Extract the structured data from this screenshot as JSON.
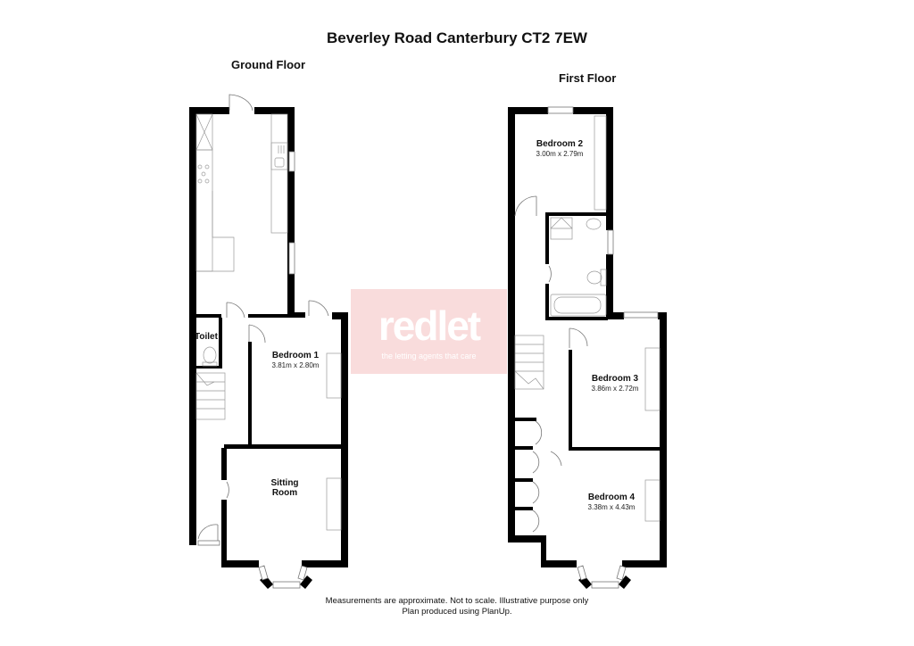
{
  "title": "Beverley Road Canterbury CT2 7EW",
  "watermark": {
    "brand": "redlet",
    "tagline": "the letting agents that care",
    "color": "#f9dcdc"
  },
  "floors": [
    {
      "label": "Ground Floor",
      "rooms": [
        {
          "name": "Kitchen",
          "label": "",
          "dims": ""
        },
        {
          "name": "Toilet",
          "label": "Toilet",
          "dims": ""
        },
        {
          "name": "Bedroom 1",
          "label": "Bedroom 1",
          "dims": "3.81m x 2.80m"
        },
        {
          "name": "Sitting Room",
          "label_line1": "Sitting",
          "label_line2": "Room",
          "dims": ""
        }
      ]
    },
    {
      "label": "First Floor",
      "rooms": [
        {
          "name": "Bedroom 2",
          "label": "Bedroom 2",
          "dims": "3.00m x 2.79m"
        },
        {
          "name": "Bathroom",
          "label": "",
          "dims": ""
        },
        {
          "name": "Bedroom 3",
          "label": "Bedroom 3",
          "dims": "3.86m x 2.72m"
        },
        {
          "name": "Bedroom 4",
          "label": "Bedroom 4",
          "dims": "3.38m x 4.43m"
        }
      ]
    }
  ],
  "footer": {
    "line1": "Measurements are approximate. Not to scale. Illustrative purpose only",
    "line2": "Plan produced using PlanUp."
  },
  "colors": {
    "wall": "#000000",
    "fixture_line": "#888888",
    "background": "#ffffff"
  }
}
